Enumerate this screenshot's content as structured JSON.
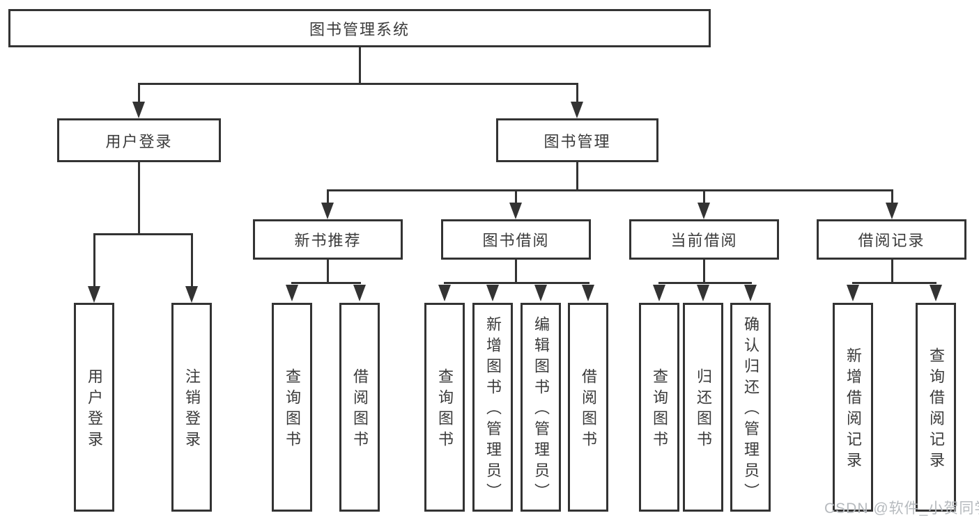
{
  "diagram": {
    "root": {
      "label": "图书管理系统"
    },
    "level2": [
      {
        "label": "用户登录"
      },
      {
        "label": "图书管理"
      }
    ],
    "level3": [
      {
        "label": "新书推荐"
      },
      {
        "label": "图书借阅"
      },
      {
        "label": "当前借阅"
      },
      {
        "label": "借阅记录"
      }
    ],
    "leaves": {
      "user": [
        {
          "label": "用户登录"
        },
        {
          "label": "注销登录"
        }
      ],
      "new_books": [
        {
          "label": "查询图书"
        },
        {
          "label": "借阅图书"
        }
      ],
      "book_borrow": [
        {
          "label": "查询图书"
        },
        {
          "label": "新增图书（管理员）"
        },
        {
          "label": "编辑图书（管理员）"
        },
        {
          "label": "借阅图书"
        }
      ],
      "current_borrow": [
        {
          "label": "查询图书"
        },
        {
          "label": "归还图书"
        },
        {
          "label": "确认归还（管理员）"
        }
      ],
      "borrow_records": [
        {
          "label": "新增借阅记录"
        },
        {
          "label": "查询借阅记录"
        }
      ]
    }
  },
  "watermark": {
    "text": "CSDN @软件_小贺同学"
  },
  "colors": {
    "line": "#333333",
    "text": "#3a3a3a",
    "watermark": "#b6babe",
    "background": "#ffffff"
  }
}
